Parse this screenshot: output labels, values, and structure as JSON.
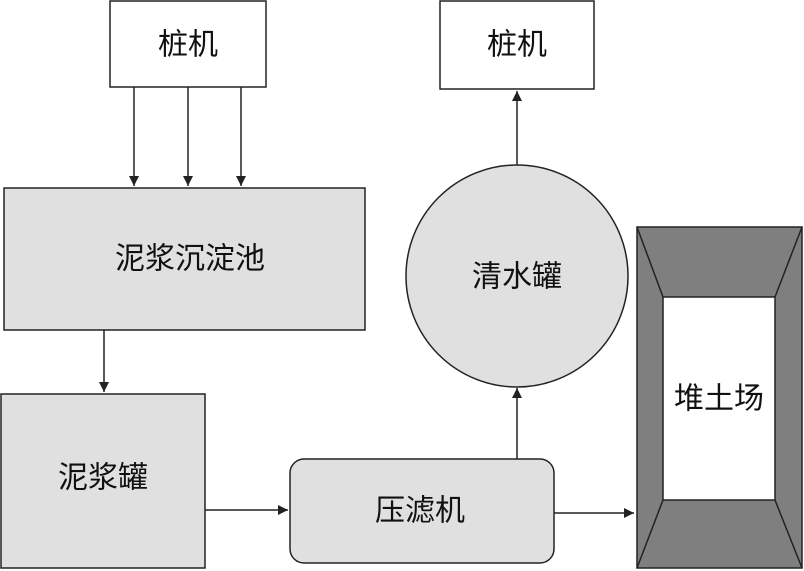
{
  "nodes": {
    "pile_machine_top_left": "桩机",
    "pile_machine_top_right": "桩机",
    "slurry_settling_tank": "泥浆沉淀池",
    "clear_water_tank": "清水罐",
    "slurry_tank": "泥浆罐",
    "filter_press": "压滤机",
    "soil_yard": "堆土场"
  },
  "colors": {
    "stroke": "#222222",
    "box_fill": "#e0e0e0",
    "white_fill": "#ffffff",
    "soil_frame_fill": "#7f7f7f",
    "text": "#111111"
  }
}
